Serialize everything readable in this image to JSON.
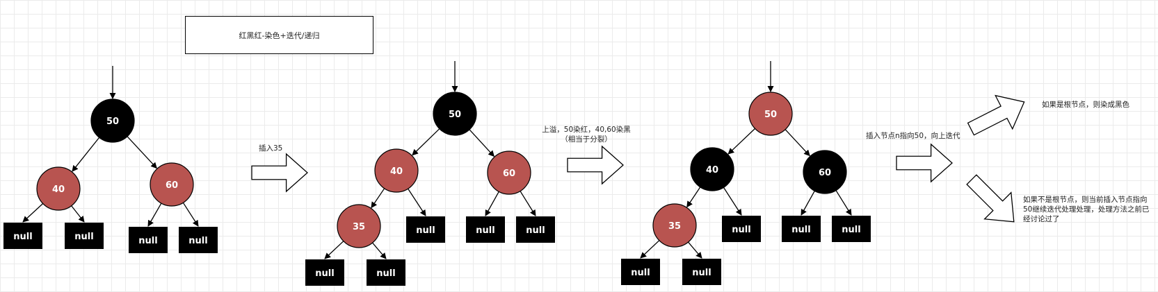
{
  "title": "红黑红-染色+迭代/递归",
  "annotations": {
    "insert": "插入35",
    "overflow": "上溢，50染红，40,60染黑（相当于分裂）",
    "iterate": "插入节点n指向50，向上迭代",
    "is_root": "如果是根节点，则染成黑色",
    "not_root": "如果不是根节点，则当前插入节点指向50继续迭代处理处理，处理方法之前已经讨论过了"
  },
  "colors": {
    "red_node": "#b85450",
    "black_node": "#000000",
    "null_box": "#000000",
    "text_on_node": "#ffffff"
  },
  "stages": [
    {
      "nodes": [
        {
          "id": "s1-50",
          "label": "50",
          "color": "black"
        },
        {
          "id": "s1-40",
          "label": "40",
          "color": "red"
        },
        {
          "id": "s1-60",
          "label": "60",
          "color": "red"
        }
      ],
      "nulls": [
        "null",
        "null",
        "null",
        "null"
      ]
    },
    {
      "nodes": [
        {
          "id": "s2-50",
          "label": "50",
          "color": "black"
        },
        {
          "id": "s2-40",
          "label": "40",
          "color": "red"
        },
        {
          "id": "s2-60",
          "label": "60",
          "color": "red"
        },
        {
          "id": "s2-35",
          "label": "35",
          "color": "red"
        }
      ],
      "nulls": [
        "null",
        "null",
        "null",
        "null",
        "null"
      ]
    },
    {
      "nodes": [
        {
          "id": "s3-50",
          "label": "50",
          "color": "red"
        },
        {
          "id": "s3-40",
          "label": "40",
          "color": "black"
        },
        {
          "id": "s3-60",
          "label": "60",
          "color": "black"
        },
        {
          "id": "s3-35",
          "label": "35",
          "color": "red"
        }
      ],
      "nulls": [
        "null",
        "null",
        "null",
        "null",
        "null"
      ]
    }
  ]
}
